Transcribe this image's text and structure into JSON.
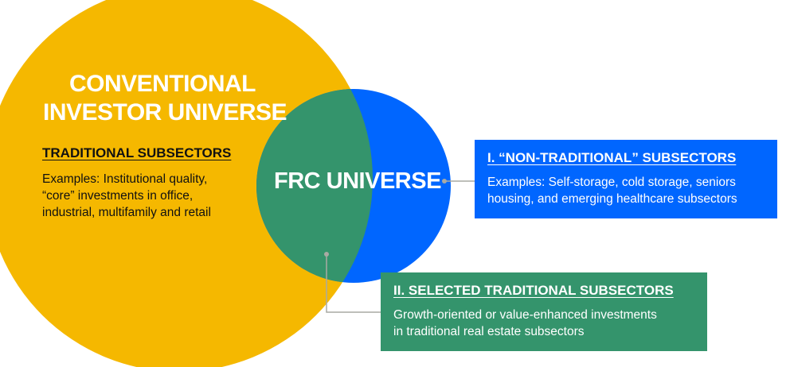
{
  "colors": {
    "conventional": "#F5B800",
    "frc_only": "#0066FF",
    "overlap": "#34946C",
    "connector": "#A9AAA3",
    "non_traditional_box": "#0066FF",
    "selected_box": "#34946C"
  },
  "conventional": {
    "title_line1": "CONVENTIONAL",
    "title_line2": "INVESTOR UNIVERSE",
    "subheading": "TRADITIONAL SUBSECTORS",
    "body_line1": "Examples: Institutional quality,",
    "body_line2": "“core” investments in office,",
    "body_line3": "industrial, multifamily and retail"
  },
  "frc": {
    "title": "FRC UNIVERSE"
  },
  "non_traditional": {
    "heading": "I. “NON-TRADITIONAL” SUBSECTORS",
    "body_line1": "Examples:  Self-storage, cold storage, seniors",
    "body_line2": "housing, and emerging healthcare subsectors"
  },
  "selected_traditional": {
    "heading": "II. SELECTED TRADITIONAL SUBSECTORS",
    "body_line1": "Growth-oriented or value-enhanced investments",
    "body_line2": "in traditional real estate subsectors"
  }
}
